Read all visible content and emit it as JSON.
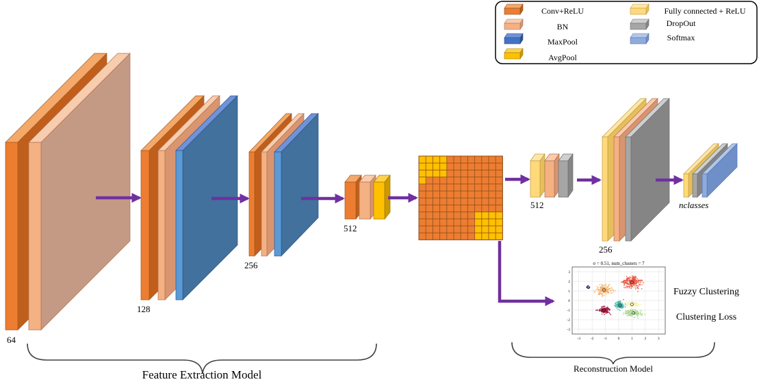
{
  "legend": {
    "items": [
      {
        "label": "Conv+ReLU",
        "color": "#ED7D31"
      },
      {
        "label": "BN",
        "color": "#F4B183"
      },
      {
        "label": "MaxPool",
        "color": "#4472C4"
      },
      {
        "label": "AvgPool",
        "color": "#FFC000"
      },
      {
        "label": "Fully connected + ReLU",
        "color": "#FFD97A"
      },
      {
        "label": "DropOut",
        "color": "#A6A6A6"
      },
      {
        "label": "Softmax",
        "color": "#8FAADC"
      }
    ]
  },
  "blocks": {
    "b64": "64",
    "b128": "128",
    "b256": "256",
    "b512": "512",
    "fc512": "512",
    "fc256": "256",
    "nclasses": "nclasses"
  },
  "scatter": {
    "title": "σ = 0.51, num_clusters = 7",
    "xticks": [
      "-3",
      "-2",
      "-1",
      "0",
      "1",
      "2",
      "3"
    ],
    "yticks": [
      "3",
      "2",
      "1",
      "0",
      "-1",
      "-2",
      "-3"
    ]
  },
  "annotations": {
    "fuzzy": "Fuzzy Clustering",
    "loss": "Clustering Loss"
  },
  "sections": {
    "feature_extraction": "Feature Extraction Model",
    "reconstruction": "Reconstruction Model"
  },
  "colors": {
    "conv": "#ED7D31",
    "bn": "#F4B183",
    "maxpool": "#4472C4",
    "avgpool": "#FFC000",
    "fc": "#FFD97A",
    "dropout": "#A6A6A6",
    "softmax": "#8FAADC",
    "arrow": "#7030A0"
  }
}
